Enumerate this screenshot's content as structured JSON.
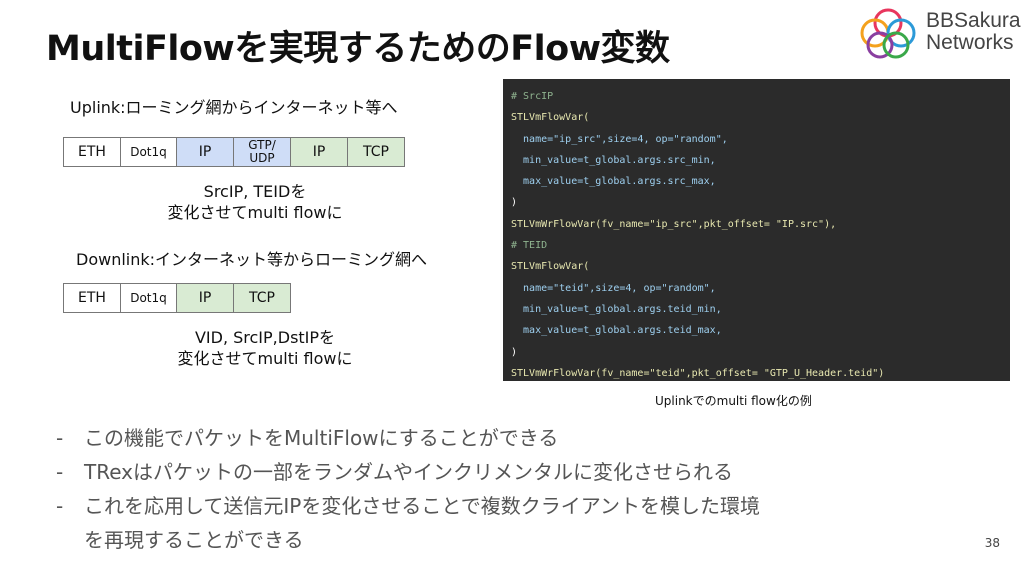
{
  "title": "MultiFlowを実現するためのFlow変数",
  "logo": {
    "line1": "BBSakura",
    "line2": "Networks"
  },
  "uplink": {
    "heading": "Uplink:ローミング網からインターネット等へ",
    "cells": [
      "ETH",
      "Dot1q",
      "IP",
      "GTP/ UDP",
      "IP",
      "TCP"
    ],
    "caption_line1": "SrcIP, TEIDを",
    "caption_line2": "変化させてmulti flowに"
  },
  "downlink": {
    "heading": "Downlink:インターネット等からローミング網へ",
    "cells": [
      "ETH",
      "Dot1q",
      "IP",
      "TCP"
    ],
    "caption_line1": "VID, SrcIP,DstIPを",
    "caption_line2": "変化させてmulti flowに"
  },
  "code_lines": [
    "# SrcIP",
    "STLVmFlowVar(",
    "  name=\"ip_src\",size=4, op=\"random\",",
    "  min_value=t_global.args.src_min,",
    "  max_value=t_global.args.src_max,",
    ")",
    "STLVmWrFlowVar(fv_name=\"ip_src\",pkt_offset= \"IP.src\"),",
    "# TEID",
    "STLVmFlowVar(",
    "  name=\"teid\",size=4, op=\"random\",",
    "  min_value=t_global.args.teid_min,",
    "  max_value=t_global.args.teid_max,",
    ")",
    "STLVmWrFlowVar(fv_name=\"teid\",pkt_offset= \"GTP_U_Header.teid\")"
  ],
  "code_caption": "Uplinkでのmulti flow化の例",
  "bullets": [
    "この機能でパケットをMultiFlowにすることができる",
    "TRexはパケットの一部をランダムやインクリメンタルに変化させられる",
    "これを応用して送信元IPを変化させることで複数クライアントを模した環境",
    "を再現することができる"
  ],
  "page_number": "38"
}
